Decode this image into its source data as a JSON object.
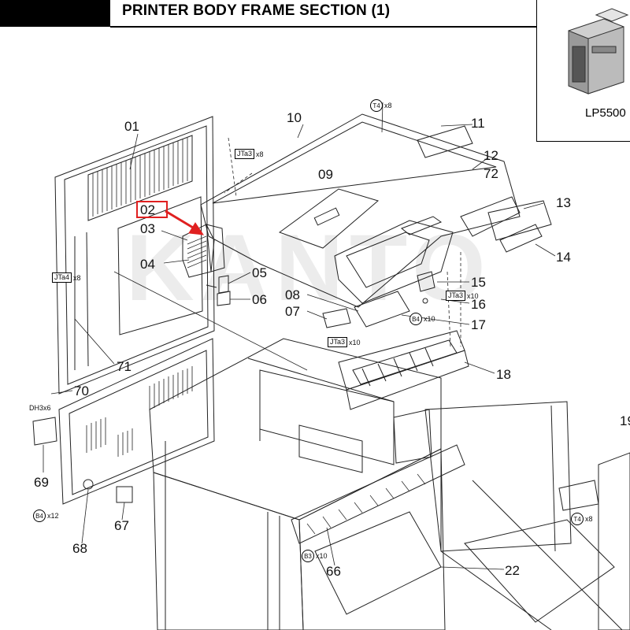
{
  "header": {
    "title": "PRINTER BODY FRAME SECTION (1)",
    "model_label": "LP5500"
  },
  "watermark": "KANTO",
  "parts": [
    {
      "id": "p01",
      "label": "01"
    },
    {
      "id": "p02",
      "label": "02"
    },
    {
      "id": "p03",
      "label": "03"
    },
    {
      "id": "p04",
      "label": "04"
    },
    {
      "id": "p05",
      "label": "05"
    },
    {
      "id": "p06",
      "label": "06"
    },
    {
      "id": "p07",
      "label": "07"
    },
    {
      "id": "p08",
      "label": "08"
    },
    {
      "id": "p09",
      "label": "09"
    },
    {
      "id": "p10",
      "label": "10"
    },
    {
      "id": "p11",
      "label": "11"
    },
    {
      "id": "p12",
      "label": "12"
    },
    {
      "id": "p72",
      "label": "72"
    },
    {
      "id": "p13",
      "label": "13"
    },
    {
      "id": "p14",
      "label": "14"
    },
    {
      "id": "p15",
      "label": "15"
    },
    {
      "id": "p16",
      "label": "16"
    },
    {
      "id": "p17",
      "label": "17"
    },
    {
      "id": "p18",
      "label": "18"
    },
    {
      "id": "p19",
      "label": "19"
    },
    {
      "id": "p22",
      "label": "22"
    },
    {
      "id": "p66",
      "label": "66"
    },
    {
      "id": "p67",
      "label": "67"
    },
    {
      "id": "p68",
      "label": "68"
    },
    {
      "id": "p69",
      "label": "69"
    },
    {
      "id": "p70",
      "label": "70"
    },
    {
      "id": "p71",
      "label": "71"
    }
  ],
  "fasteners": {
    "t4_top": {
      "code": "T4",
      "qty": "x8"
    },
    "jta3_top": {
      "code": "JTa3",
      "qty": "x8"
    },
    "jta4": {
      "code": "JTa4",
      "qty": "x8"
    },
    "jta3_mid": {
      "code": "JTa3",
      "qty": "x10"
    },
    "b4_mid": {
      "code": "B4",
      "qty": "x10"
    },
    "jta3_low": {
      "code": "JTa3",
      "qty": "x10"
    },
    "dh3": {
      "text": "DH3x6"
    },
    "b4_low": {
      "code": "B4",
      "qty": "x12"
    },
    "b3": {
      "code": "B3",
      "qty": "x10"
    },
    "t4_right": {
      "code": "T4",
      "qty": "x8"
    }
  },
  "colors": {
    "highlight": "#e02020",
    "line": "#222222"
  }
}
